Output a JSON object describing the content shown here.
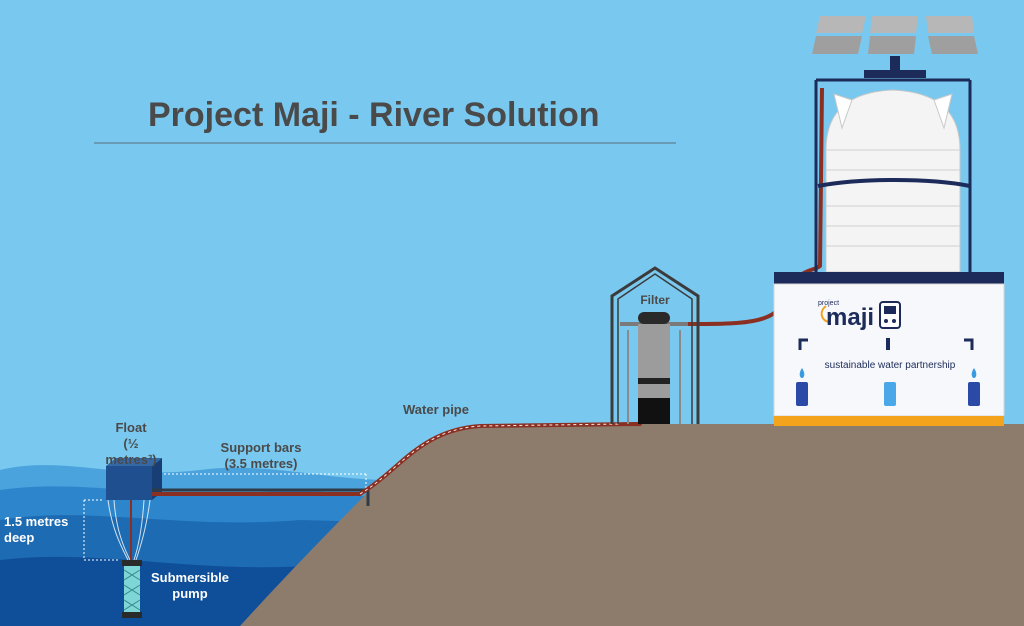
{
  "title": "Project Maji - River Solution",
  "labels": {
    "float": "Float",
    "float_size": "(½ metres³)",
    "support_bars": "Support bars",
    "support_bars_len": "(3.5 metres)",
    "water_pipe": "Water pipe",
    "filter": "Filter",
    "depth": "1.5 metres deep",
    "pump": "Submersible pump"
  },
  "kiosk": {
    "brand_small": "project",
    "brand": "maji",
    "tagline": "sustainable water partnership"
  },
  "colors": {
    "sky": "#79c8ef",
    "ground": "#8d7b6c",
    "water": "#1d6bb3",
    "float": "#1f4f8f",
    "pipe": "#8a2f22",
    "kiosk_accent": "#f4a31c",
    "tank": "#f2f2f2",
    "text": "#4a4a4a"
  }
}
